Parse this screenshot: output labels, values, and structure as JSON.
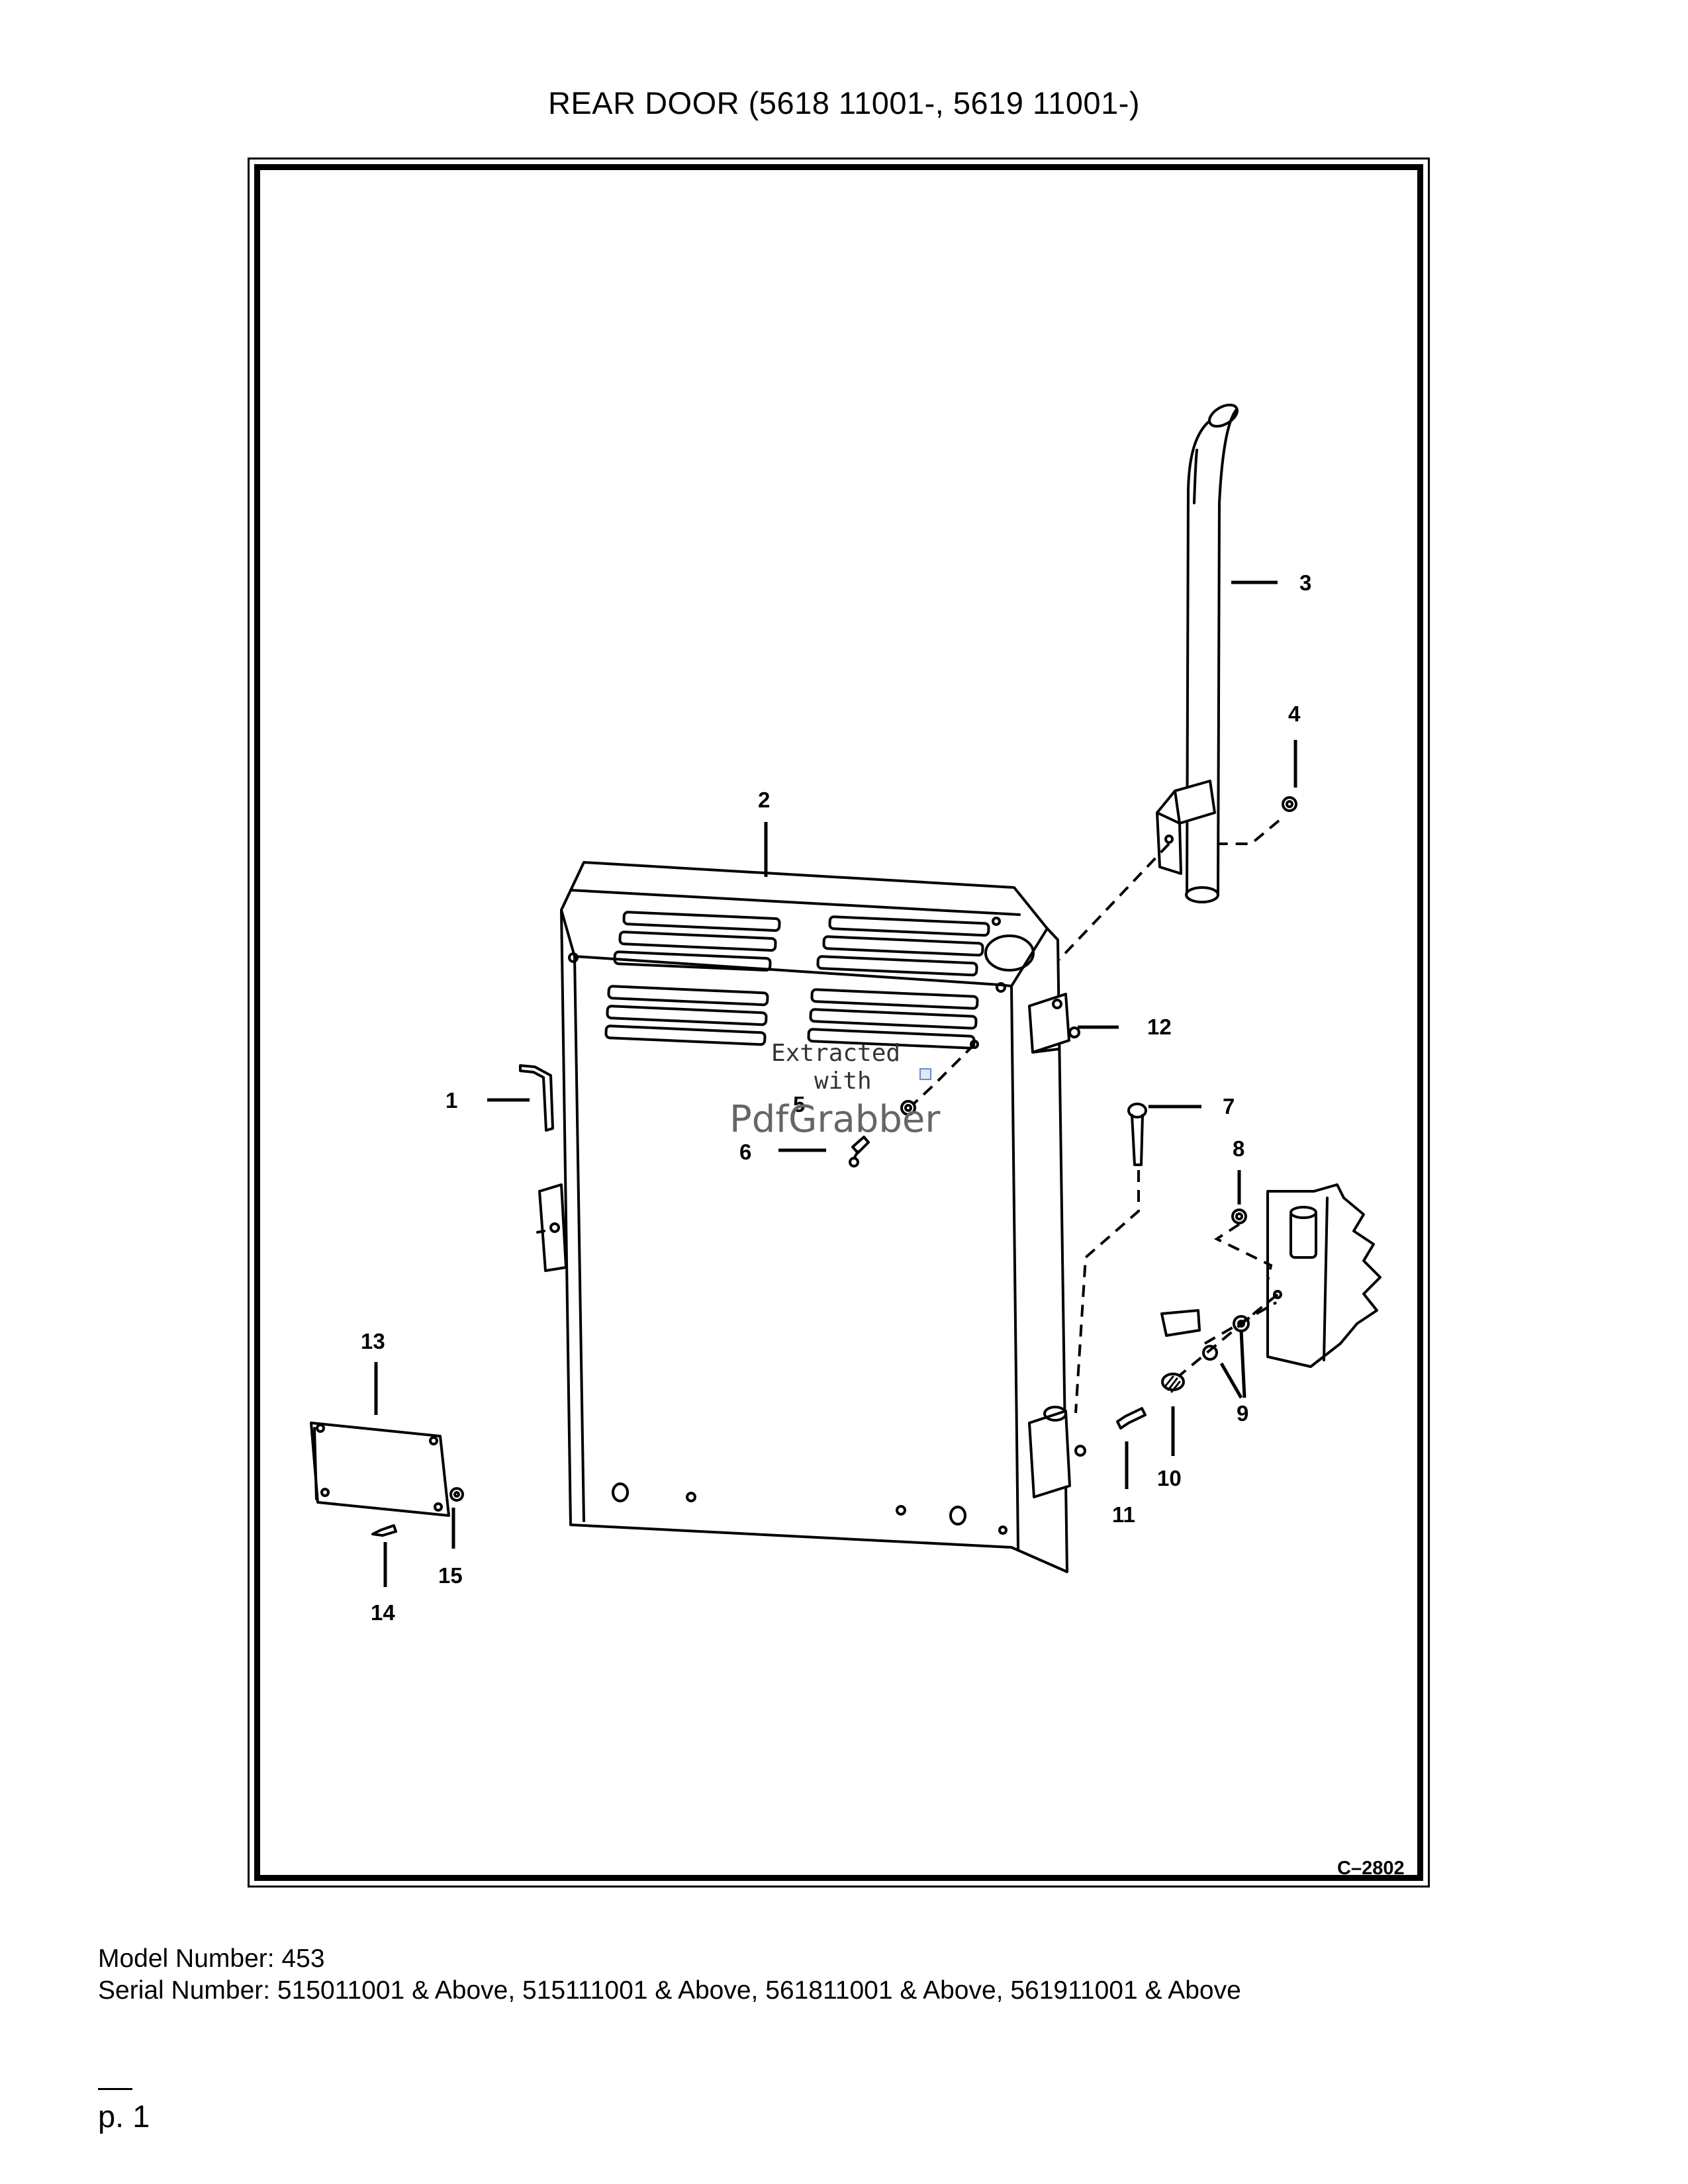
{
  "title": "REAR DOOR (5618 11001-, 5619 11001-)",
  "diagram": {
    "code": "C–2802",
    "callouts": [
      "1",
      "2",
      "3",
      "4",
      "5",
      "6",
      "7",
      "8",
      "9",
      "10",
      "11",
      "12",
      "13",
      "14",
      "15"
    ],
    "watermark": {
      "line1": "Extracted",
      "line2": "with",
      "brand": "PdfGrabber"
    }
  },
  "footer": {
    "model": "Model Number: 453",
    "serial": "Serial Number: 515011001 & Above, 515111001 & Above, 561811001 & Above, 561911001 & Above"
  },
  "page_number": "p. 1"
}
